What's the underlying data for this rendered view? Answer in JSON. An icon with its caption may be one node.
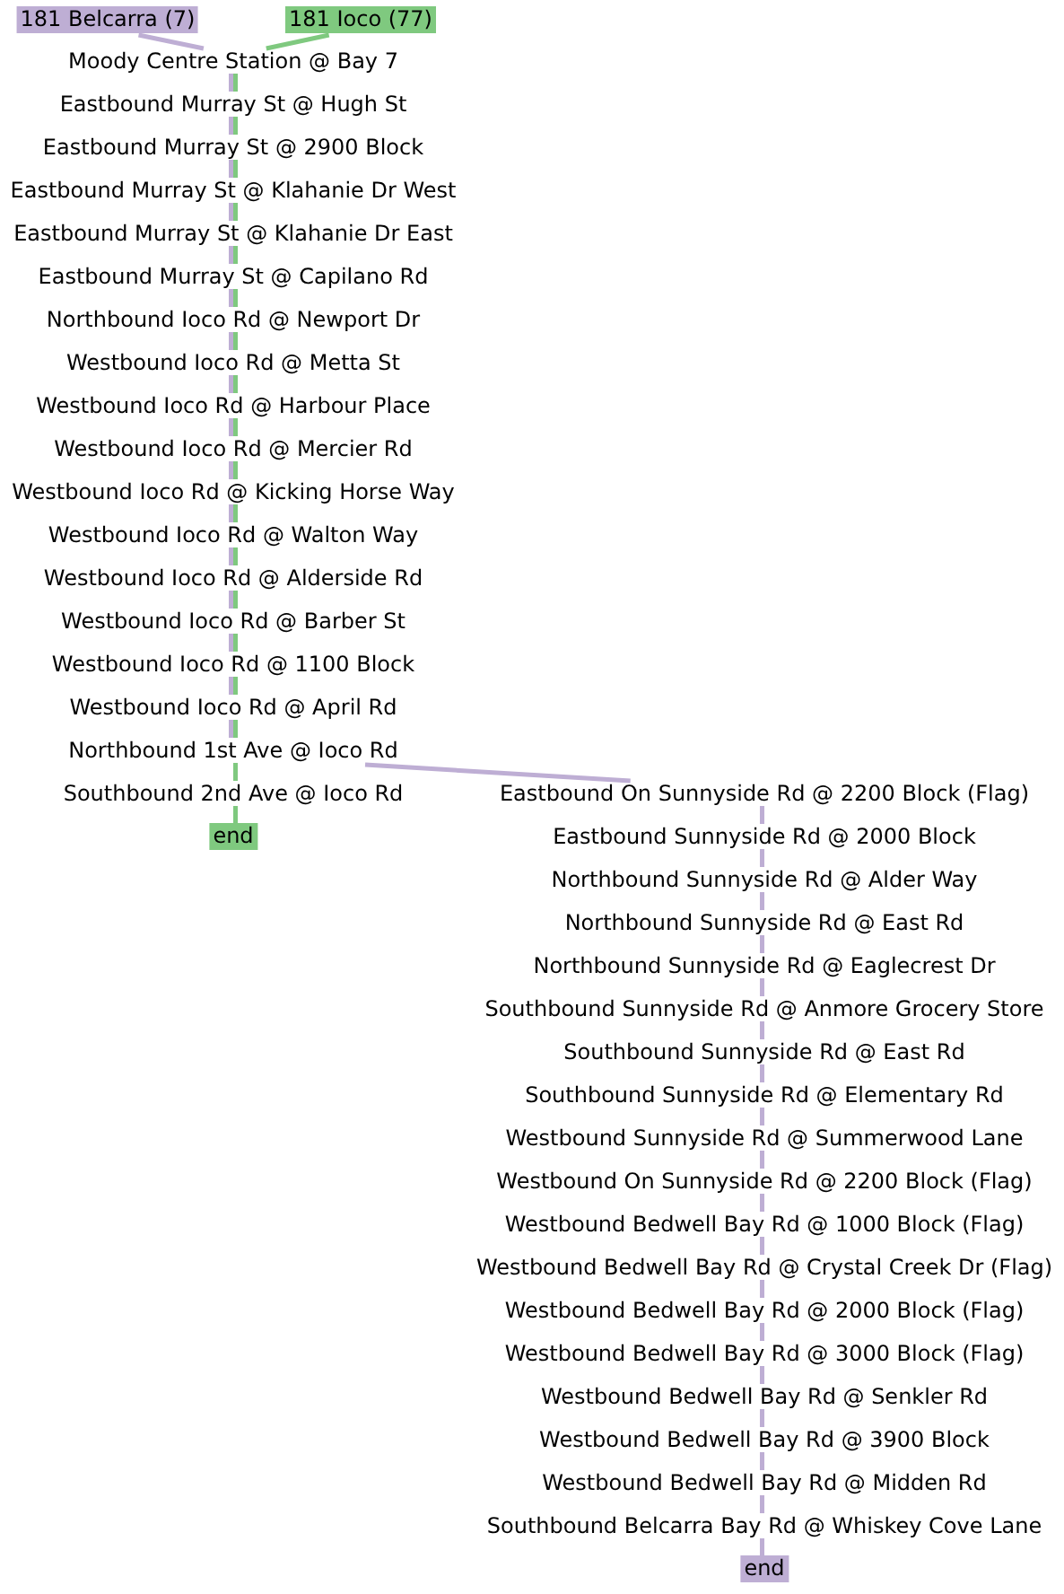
{
  "diagram": {
    "nodes": [
      {
        "text": [
          "181 Belcarra (7)"
        ]
      },
      {
        "text": [
          "181 Ioco (77)"
        ]
      },
      {
        "text": [
          "Moody Centre Station @ Bay 7"
        ]
      },
      {
        "text": [
          "Eastbound Murray St @ Hugh St"
        ]
      },
      {
        "text": [
          "Eastbound Murray St @ 2900 Block"
        ]
      },
      {
        "text": [
          "Eastbound Murray St @ Klahanie Dr West"
        ]
      },
      {
        "text": [
          "Eastbound Murray St @ Klahanie Dr East"
        ]
      },
      {
        "text": [
          "Eastbound Murray St @ Capilano Rd"
        ]
      },
      {
        "text": [
          "Northbound Ioco Rd @ Newport Dr"
        ]
      },
      {
        "text": [
          "Westbound Ioco Rd @ Metta St"
        ]
      },
      {
        "text": [
          "Westbound Ioco Rd @ Harbour Place"
        ]
      },
      {
        "text": [
          "Westbound Ioco Rd @ Mercier Rd"
        ]
      },
      {
        "text": [
          "Westbound Ioco Rd @ Kicking Horse Way"
        ]
      },
      {
        "text": [
          "Westbound Ioco Rd @ Walton Way"
        ]
      },
      {
        "text": [
          "Westbound Ioco Rd @ Alderside Rd"
        ]
      },
      {
        "text": [
          "Westbound Ioco Rd @ Barber St"
        ]
      },
      {
        "text": [
          "Westbound Ioco Rd @ 1100 Block"
        ]
      },
      {
        "text": [
          "Westbound Ioco Rd @ April Rd"
        ]
      },
      {
        "text": [
          "Northbound 1st Ave @ Ioco Rd"
        ]
      },
      {
        "text": [
          "Southbound 2nd Ave @ Ioco Rd"
        ]
      },
      {
        "text": [
          "end"
        ]
      },
      {
        "text": [
          "Eastbound On Sunnyside Rd @ 2200 Block (Flag)"
        ]
      },
      {
        "text": [
          "Eastbound Sunnyside Rd @ 2000 Block"
        ]
      },
      {
        "text": [
          "Northbound Sunnyside Rd @ Alder Way"
        ]
      },
      {
        "text": [
          "Northbound Sunnyside Rd @ East Rd"
        ]
      },
      {
        "text": [
          "Northbound Sunnyside Rd @ Eaglecrest Dr"
        ]
      },
      {
        "text": [
          "Southbound Sunnyside Rd @ Anmore Grocery Store"
        ]
      },
      {
        "text": [
          "Southbound Sunnyside Rd @ East Rd"
        ]
      },
      {
        "text": [
          "Southbound Sunnyside Rd @ Elementary Rd"
        ]
      },
      {
        "text": [
          "Westbound Sunnyside Rd @ Summerwood Lane"
        ]
      },
      {
        "text": [
          "Westbound On Sunnyside Rd @ 2200 Block (Flag)"
        ]
      },
      {
        "text": [
          "Westbound Bedwell Bay Rd @ 1000 Block (Flag)"
        ]
      },
      {
        "text": [
          "Westbound Bedwell Bay Rd @ Crystal Creek Dr (Flag)"
        ]
      },
      {
        "text": [
          "Westbound Bedwell Bay Rd @ 2000 Block (Flag)"
        ]
      },
      {
        "text": [
          "Westbound Bedwell Bay Rd @ 3000 Block (Flag)"
        ]
      },
      {
        "text": [
          "Westbound Bedwell Bay Rd @ Senkler Rd"
        ]
      },
      {
        "text": [
          "Westbound Bedwell Bay Rd @ 3900 Block"
        ]
      },
      {
        "text": [
          "Westbound Bedwell Bay Rd @ Midden Rd"
        ]
      },
      {
        "text": [
          "Southbound Belcarra Bay Rd @ Whiskey Cove Lane"
        ]
      },
      {
        "text": [
          "end"
        ]
      }
    ],
    "edges": [
      {
        "from": 0,
        "to": 2,
        "arrow": "none"
      },
      {
        "from": 2,
        "to": 3,
        "arrow": "none"
      },
      {
        "from": 3,
        "to": 4,
        "arrow": "none"
      },
      {
        "from": 4,
        "to": 5,
        "arrow": "none"
      },
      {
        "from": 5,
        "to": 6,
        "arrow": "none"
      },
      {
        "from": 6,
        "to": 7,
        "arrow": "none"
      },
      {
        "from": 7,
        "to": 8,
        "arrow": "none"
      },
      {
        "from": 8,
        "to": 9,
        "arrow": "none"
      },
      {
        "from": 9,
        "to": 10,
        "arrow": "none"
      },
      {
        "from": 10,
        "to": 11,
        "arrow": "none"
      },
      {
        "from": 11,
        "to": 12,
        "arrow": "none"
      },
      {
        "from": 12,
        "to": 13,
        "arrow": "none"
      },
      {
        "from": 13,
        "to": 14,
        "arrow": "none"
      },
      {
        "from": 14,
        "to": 15,
        "arrow": "none"
      },
      {
        "from": 15,
        "to": 16,
        "arrow": "none"
      },
      {
        "from": 16,
        "to": 17,
        "arrow": "none"
      },
      {
        "from": 17,
        "to": 18,
        "arrow": "none"
      },
      {
        "from": 18,
        "to": 21,
        "arrow": "none"
      },
      {
        "from": 21,
        "to": 22,
        "arrow": "none"
      },
      {
        "from": 22,
        "to": 23,
        "arrow": "none"
      },
      {
        "from": 23,
        "to": 24,
        "arrow": "none"
      },
      {
        "from": 24,
        "to": 25,
        "arrow": "none"
      },
      {
        "from": 25,
        "to": 26,
        "arrow": "none"
      },
      {
        "from": 26,
        "to": 27,
        "arrow": "none"
      },
      {
        "from": 27,
        "to": 28,
        "arrow": "none"
      },
      {
        "from": 28,
        "to": 29,
        "arrow": "none"
      },
      {
        "from": 29,
        "to": 30,
        "arrow": "none"
      },
      {
        "from": 30,
        "to": 31,
        "arrow": "none"
      },
      {
        "from": 31,
        "to": 32,
        "arrow": "none"
      },
      {
        "from": 32,
        "to": 33,
        "arrow": "none"
      },
      {
        "from": 33,
        "to": 34,
        "arrow": "none"
      },
      {
        "from": 34,
        "to": 35,
        "arrow": "none"
      },
      {
        "from": 35,
        "to": 36,
        "arrow": "none"
      },
      {
        "from": 36,
        "to": 37,
        "arrow": "none"
      },
      {
        "from": 37,
        "to": 38,
        "arrow": "none"
      },
      {
        "from": 38,
        "to": 39,
        "arrow": "none"
      },
      {
        "from": 1,
        "to": 2,
        "arrow": "none",
        "color": "#7fc97f"
      },
      {
        "from": 2,
        "to": 3,
        "arrow": "none",
        "color": "#7fc97f"
      },
      {
        "from": 3,
        "to": 4,
        "arrow": "none",
        "color": "#7fc97f"
      },
      {
        "from": 4,
        "to": 5,
        "arrow": "none",
        "color": "#7fc97f"
      },
      {
        "from": 5,
        "to": 6,
        "arrow": "none",
        "color": "#7fc97f"
      },
      {
        "from": 6,
        "to": 7,
        "arrow": "none",
        "color": "#7fc97f"
      },
      {
        "from": 7,
        "to": 8,
        "arrow": "none",
        "color": "#7fc97f"
      },
      {
        "from": 8,
        "to": 9,
        "arrow": "none",
        "color": "#7fc97f"
      },
      {
        "from": 9,
        "to": 10,
        "arrow": "none",
        "color": "#7fc97f"
      },
      {
        "from": 10,
        "to": 11,
        "arrow": "none",
        "color": "#7fc97f"
      },
      {
        "from": 11,
        "to": 12,
        "arrow": "none",
        "color": "#7fc97f"
      },
      {
        "from": 12,
        "to": 13,
        "arrow": "none",
        "color": "#7fc97f"
      },
      {
        "from": 13,
        "to": 14,
        "arrow": "none",
        "color": "#7fc97f"
      },
      {
        "from": 14,
        "to": 15,
        "arrow": "none",
        "color": "#7fc97f"
      },
      {
        "from": 15,
        "to": 16,
        "arrow": "none",
        "color": "#7fc97f"
      },
      {
        "from": 16,
        "to": 17,
        "arrow": "none",
        "color": "#7fc97f"
      },
      {
        "from": 17,
        "to": 18,
        "arrow": "none",
        "color": "#7fc97f"
      },
      {
        "from": 18,
        "to": 19,
        "arrow": "none",
        "color": "#7fc97f"
      },
      {
        "from": 19,
        "to": 20,
        "arrow": "none",
        "color": "#7fc97f"
      }
    ]
  }
}
